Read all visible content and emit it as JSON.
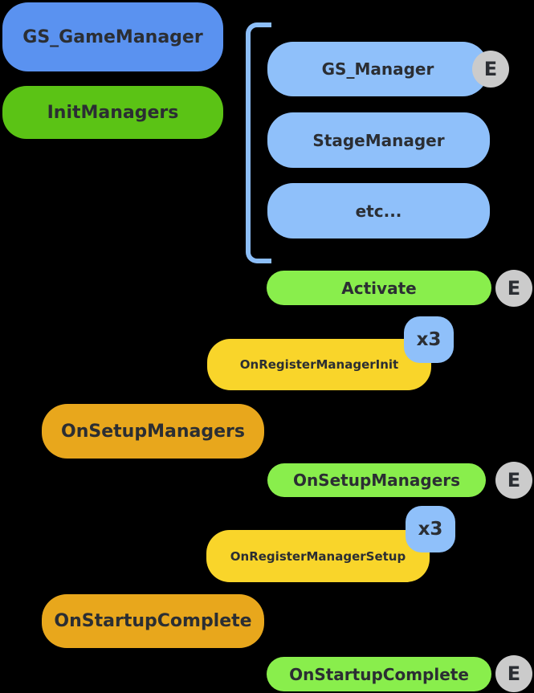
{
  "palette": {
    "background": "#000000",
    "caller_blue": "#5a92f0",
    "manager_light_blue": "#8fc0fa",
    "caller_green": "#5bc315",
    "event_light_green": "#89ee4c",
    "multicast_yellow": "#f9d52a",
    "callback_orange": "#e8a71c",
    "badge_gray": "#cbcbcb",
    "text_dark": "#2b2e33",
    "bracket_blue": "#8cbef8"
  },
  "nodes": {
    "gs_game_manager": {
      "label": "GS_GameManager"
    },
    "init_managers": {
      "label": "InitManagers"
    },
    "gs_manager": {
      "label": "GS_Manager",
      "badge": "E"
    },
    "stage_manager": {
      "label": "StageManager"
    },
    "etc": {
      "label": "etc..."
    },
    "activate": {
      "label": "Activate",
      "badge": "E"
    },
    "on_register_manager_init": {
      "label": "OnRegisterManagerInit",
      "badge": "x3"
    },
    "on_setup_managers_caller": {
      "label": "OnSetupManagers"
    },
    "on_setup_managers_event": {
      "label": "OnSetupManagers",
      "badge": "E"
    },
    "on_register_manager_setup": {
      "label": "OnRegisterManagerSetup",
      "badge": "x3"
    },
    "on_startup_complete_caller": {
      "label": "OnStartupComplete"
    },
    "on_startup_complete_event": {
      "label": "OnStartupComplete",
      "badge": "E"
    }
  }
}
